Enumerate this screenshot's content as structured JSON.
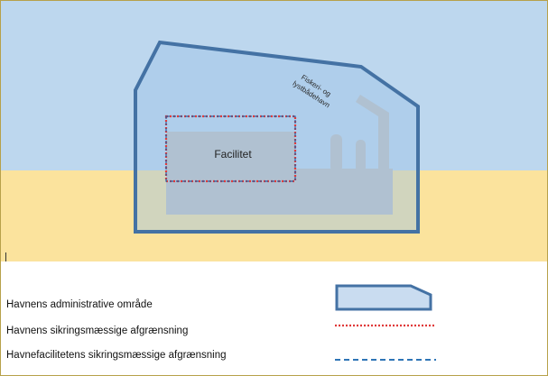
{
  "diagram": {
    "facility_label": "Facilitet",
    "harbour_label_line1": "Fiskeri- og",
    "harbour_label_line2": "lystbådehavn"
  },
  "legend": {
    "items": [
      {
        "label": "Havnens administrative område",
        "symbol": "solid-outline-box"
      },
      {
        "label": "Havnens sikringsmæssige afgrænsning",
        "symbol": "red-dotted-line"
      },
      {
        "label": "Havnefacilitetens sikringsmæssige afgrænsning",
        "symbol": "blue-dashed-line"
      }
    ]
  },
  "colors": {
    "sky": "#bdd7ee",
    "sand": "#fbe39d",
    "admin_area_border": "#4472a4",
    "admin_area_fill": "#9dc3e6",
    "harbour_boundary": "#e03a3a",
    "facility_boundary": "#2e75b6",
    "facility_grey": "#bfbfbf",
    "frame_border": "#b7a14a"
  }
}
